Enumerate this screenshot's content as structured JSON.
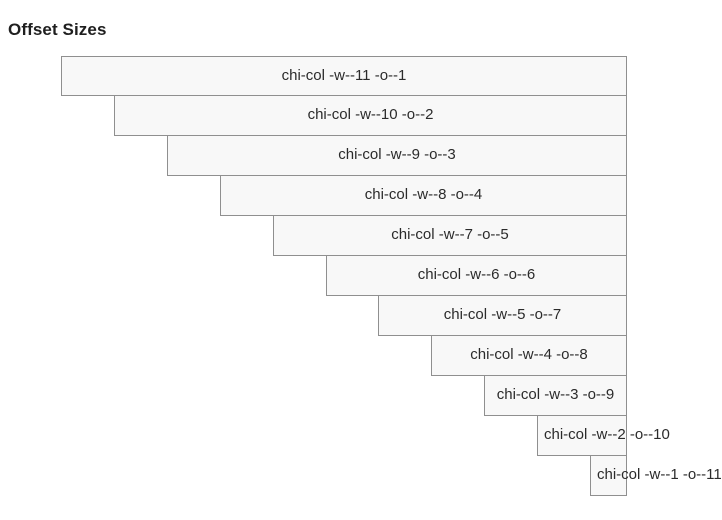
{
  "section": {
    "title": "Offset Sizes"
  },
  "columns": [
    {
      "label": "chi-col -w--11 -o--1"
    },
    {
      "label": "chi-col -w--10 -o--2"
    },
    {
      "label": "chi-col -w--9 -o--3"
    },
    {
      "label": "chi-col -w--8 -o--4"
    },
    {
      "label": "chi-col -w--7 -o--5"
    },
    {
      "label": "chi-col -w--6 -o--6"
    },
    {
      "label": "chi-col -w--5 -o--7"
    },
    {
      "label": "chi-col -w--4 -o--8"
    },
    {
      "label": "chi-col -w--3 -o--9"
    },
    {
      "label": "chi-col -w--2 -o--10"
    },
    {
      "label": "chi-col -w--1 -o--11"
    }
  ]
}
